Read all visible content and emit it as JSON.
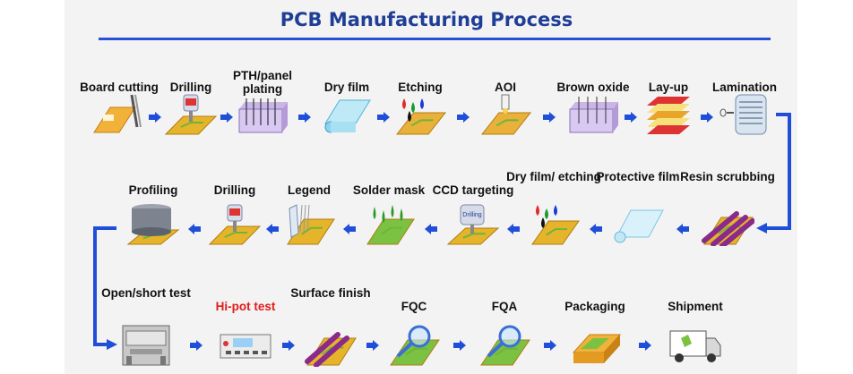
{
  "title": "PCB Manufacturing Process",
  "rows": [
    [
      {
        "label": "Board cutting",
        "icon": "board-cutting-icon"
      },
      {
        "label": "Drilling",
        "icon": "drilling-icon"
      },
      {
        "label": "PTH/panel plating",
        "icon": "plating-tank-icon"
      },
      {
        "label": "Dry film",
        "icon": "dry-film-icon"
      },
      {
        "label": "Etching",
        "icon": "etching-icon"
      },
      {
        "label": "AOI",
        "icon": "aoi-icon"
      },
      {
        "label": "Brown oxide",
        "icon": "brown-oxide-icon"
      },
      {
        "label": "Lay-up",
        "icon": "lay-up-icon"
      },
      {
        "label": "Lamination",
        "icon": "lamination-press-icon"
      }
    ],
    [
      {
        "label": "Profiling",
        "icon": "profiling-icon"
      },
      {
        "label": "Drilling",
        "icon": "drilling-icon"
      },
      {
        "label": "Legend",
        "icon": "legend-icon"
      },
      {
        "label": "Solder mask",
        "icon": "solder-mask-icon"
      },
      {
        "label": "CCD targeting",
        "icon": "ccd-targeting-icon",
        "sub": "Drilling"
      },
      {
        "label": "Dry film/ etching",
        "icon": "dry-film-etching-icon"
      },
      {
        "label": "Protective film",
        "icon": "protective-film-icon"
      },
      {
        "label": "Resin scrubbing",
        "icon": "resin-scrubbing-icon"
      }
    ],
    [
      {
        "label": "Open/short test",
        "icon": "test-machine-icon"
      },
      {
        "label": "Hi-pot test",
        "icon": "hipot-tester-icon",
        "highlight": true
      },
      {
        "label": "Surface finish",
        "icon": "surface-finish-icon"
      },
      {
        "label": "FQC",
        "icon": "magnifier-board-icon"
      },
      {
        "label": "FQA",
        "icon": "magnifier-board-icon"
      },
      {
        "label": "Packaging",
        "icon": "packaging-icon"
      },
      {
        "label": "Shipment",
        "icon": "truck-icon"
      }
    ]
  ],
  "colors": {
    "title": "#1f3e96",
    "arrow": "#1f4fd8",
    "highlight": "#e11b1b"
  }
}
